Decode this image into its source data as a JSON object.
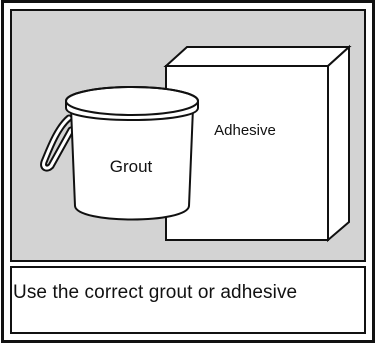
{
  "illustration": {
    "background_color": "#d3d3d3",
    "border_color": "#111111",
    "bucket_label": "Grout",
    "box_label": "Adhesive"
  },
  "caption": {
    "text": "Use the correct grout or adhesive"
  }
}
